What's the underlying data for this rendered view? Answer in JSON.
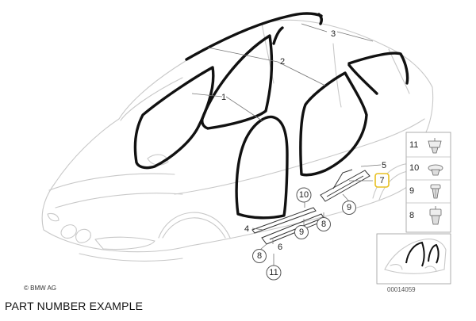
{
  "callouts": {
    "c1": "1",
    "c2": "2",
    "c3": "3",
    "c4": "4",
    "c5": "5",
    "c6": "6",
    "c7": "7",
    "c8a": "8",
    "c8b": "8",
    "c9a": "9",
    "c9b": "9",
    "c10a": "10",
    "c11a": "11"
  },
  "legend": [
    {
      "number": "11",
      "icon": "push-clip-icon"
    },
    {
      "number": "10",
      "icon": "round-clip-icon"
    },
    {
      "number": "9",
      "icon": "expanding-rivet-icon"
    },
    {
      "number": "8",
      "icon": "clip-nut-icon"
    }
  ],
  "highlight_color": "#e8c020",
  "copyright": "© BMW AG",
  "thumbnail_code": "00014059",
  "caption": "PART NUMBER EXAMPLE"
}
